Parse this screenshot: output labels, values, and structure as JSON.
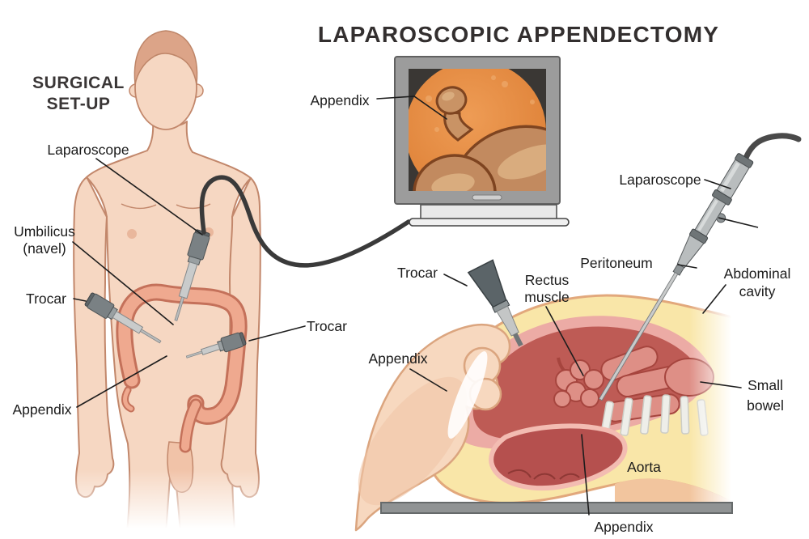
{
  "title": "LAPAROSCOPIC APPENDECTOMY",
  "left_panel": {
    "heading_line1": "SURGICAL",
    "heading_line2": "SET-UP",
    "labels": {
      "laparoscope": "Laparoscope",
      "umbilicus_line1": "Umbilicus",
      "umbilicus_line2": "(navel)",
      "trocar_left": "Trocar",
      "appendix": "Appendix",
      "trocar_right": "Trocar"
    }
  },
  "monitor": {
    "appendix_label": "Appendix"
  },
  "cross_section": {
    "labels": {
      "laparoscope": "Laparoscope",
      "peritoneum": "Peritoneum",
      "abdominal_line1": "Abdominal",
      "abdominal_line2": "cavity",
      "trocar": "Trocar",
      "rectus_line1": "Rectus",
      "rectus_line2": "muscle",
      "appendix_left": "Appendix",
      "small_bowel_line1": "Small",
      "small_bowel_line2": "bowel",
      "aorta": "Aorta",
      "appendix_bottom": "Appendix"
    }
  },
  "colors": {
    "skin": "#F6D7C2",
    "skin_outline": "#C2876B",
    "hair": "#DCA488",
    "colon_fill": "#EFA98F",
    "colon_outline": "#C4715A",
    "instrument_gray": "#B9BDBE",
    "instrument_dark": "#5F6568",
    "monitor_frame": "#9C9C9C",
    "screen_dark": "#3A3734",
    "endoscope_view_orange": "#E08A42",
    "bowel_brown": "#C28A5F",
    "fat_yellow": "#F9E6A8",
    "muscle_pink": "#ECABA5",
    "cavity_red": "#BE5B55",
    "small_bowel_pink": "#DE8F86",
    "table_gray": "#909394",
    "label_text": "#1B1B1B"
  }
}
